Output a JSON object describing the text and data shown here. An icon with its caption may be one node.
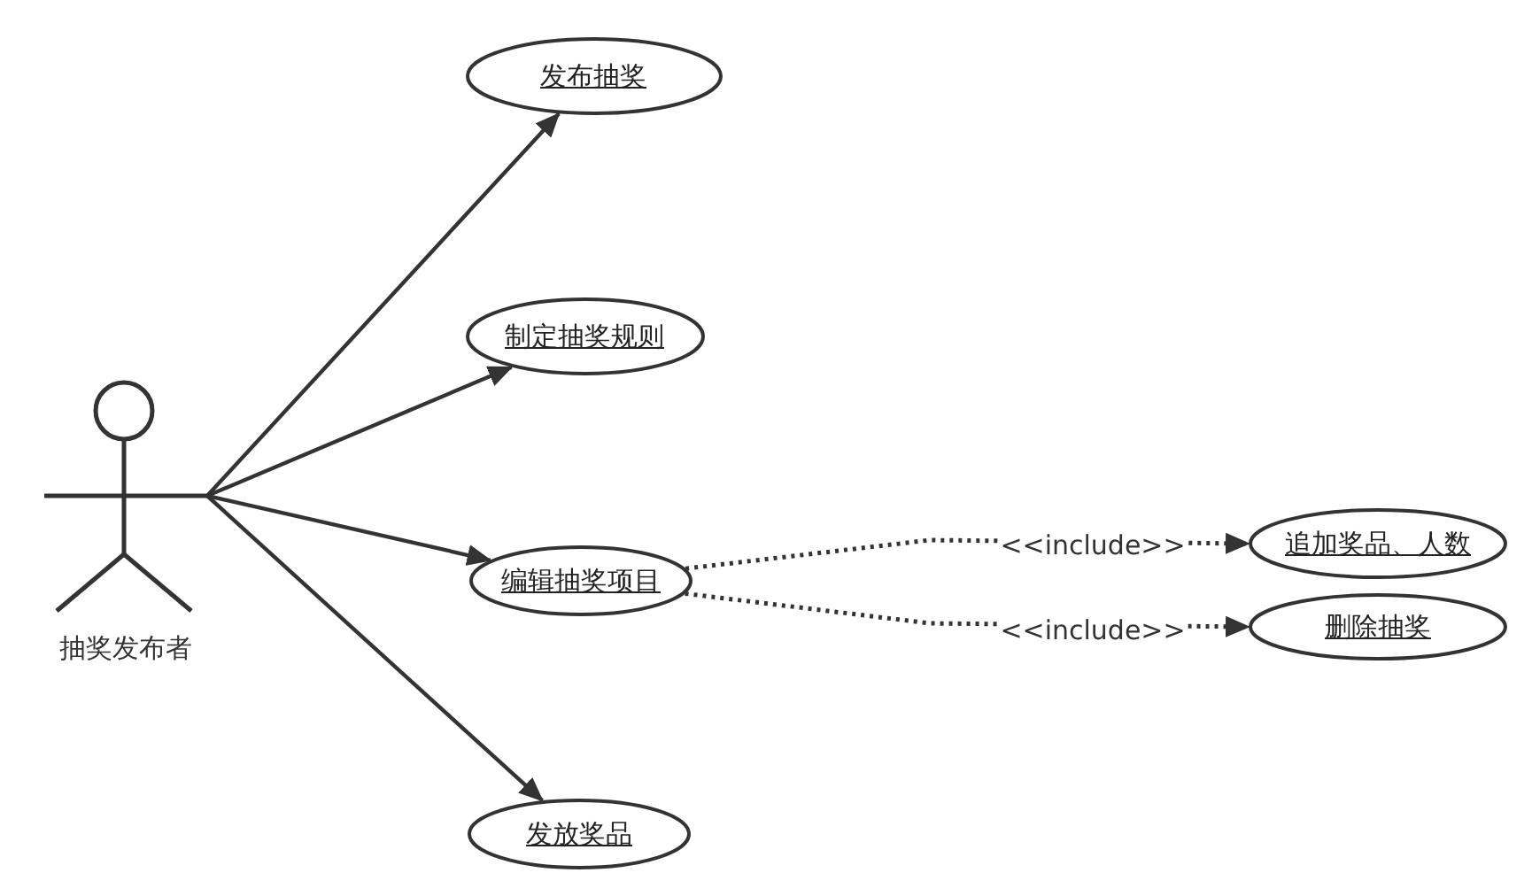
{
  "diagram": {
    "nodes": [
      {
        "text": [
          "抽奖发布者"
        ]
      },
      {
        "text": [
          "发布抽奖"
        ]
      },
      {
        "text": [
          "制定抽奖规则"
        ]
      },
      {
        "text": [
          "编辑抽奖项目"
        ]
      },
      {
        "text": [
          "发放奖品"
        ]
      },
      {
        "text": [
          "追加奖品、人数"
        ]
      },
      {
        "text": [
          "删除抽奖"
        ]
      }
    ],
    "edges": [
      {
        "from": 0,
        "to": 1,
        "arrow": "to"
      },
      {
        "from": 0,
        "to": 2,
        "arrow": "to"
      },
      {
        "from": 0,
        "to": 3,
        "arrow": "to"
      },
      {
        "from": 0,
        "to": 4,
        "arrow": "to"
      },
      {
        "from": 3,
        "to": 5,
        "arrow": "to",
        "style": "dashed",
        "label": "<<include>>"
      },
      {
        "from": 3,
        "to": 6,
        "arrow": "to",
        "style": "dashed",
        "label": "<<include>>"
      }
    ]
  }
}
